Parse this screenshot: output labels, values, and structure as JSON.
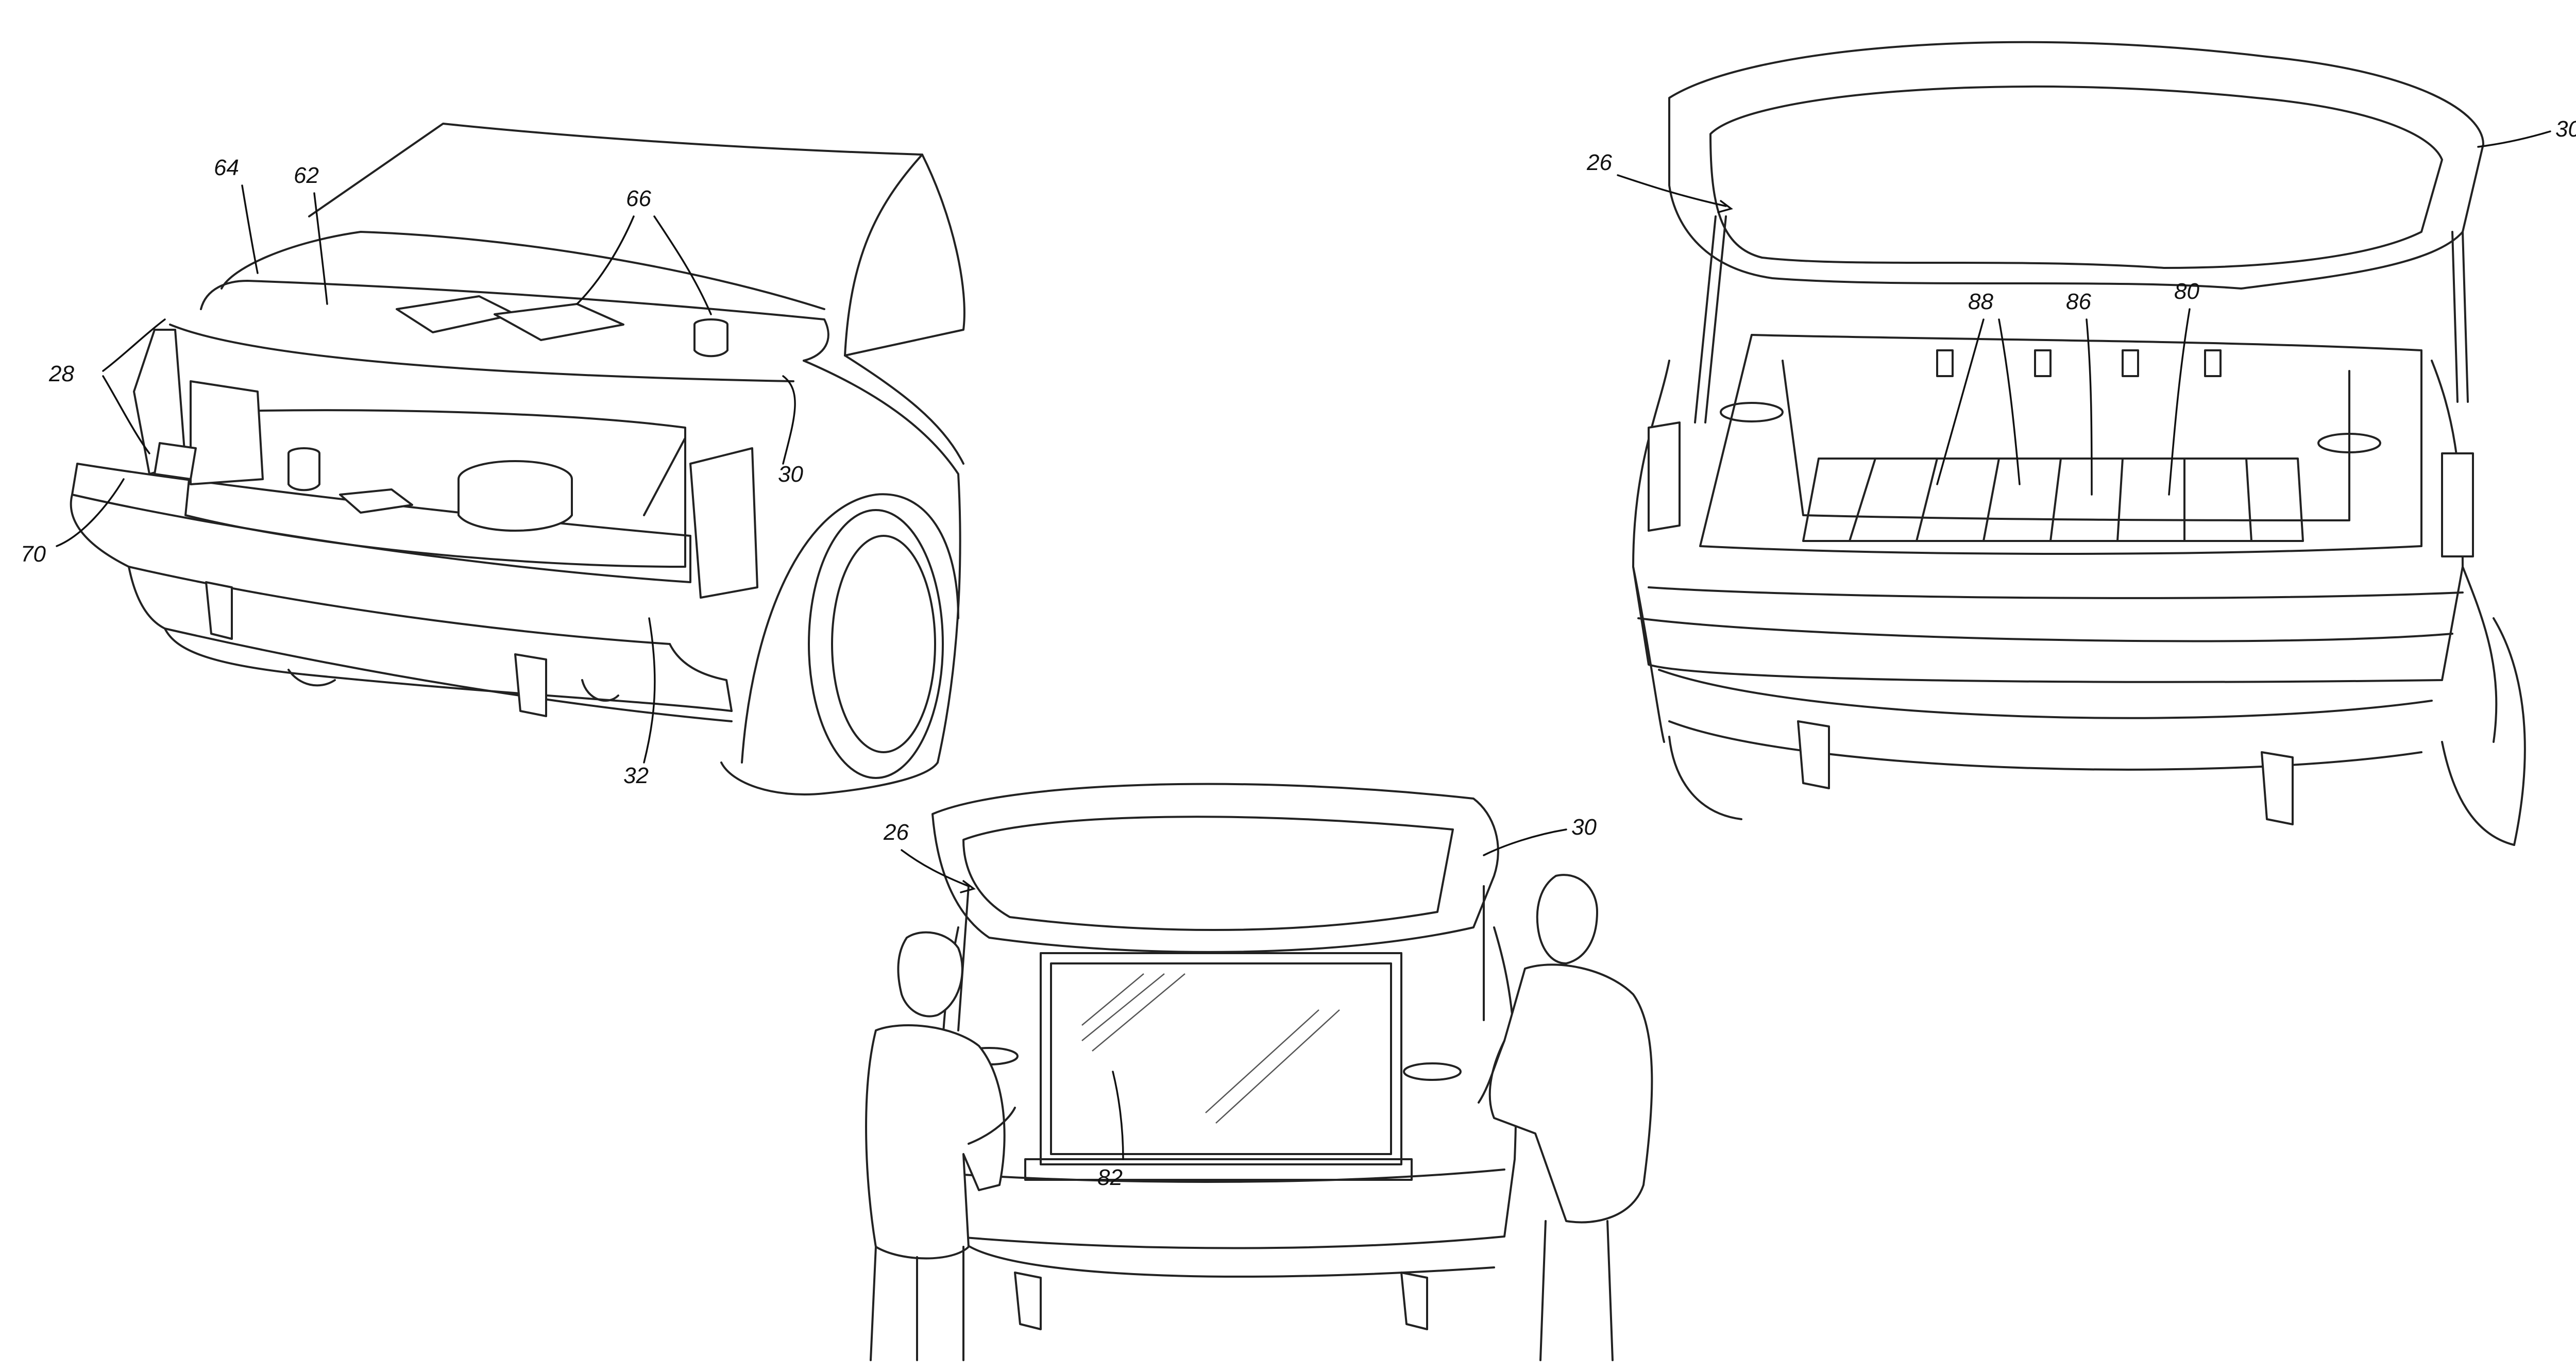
{
  "figure": {
    "front_view": {
      "labels": {
        "l64": "64",
        "l62": "62",
        "l66": "66",
        "l28": "28",
        "l30": "30",
        "l70": "70",
        "l32": "32"
      }
    },
    "rear_view_open": {
      "labels": {
        "l26": "26",
        "l30": "30",
        "l88": "88",
        "l86": "86",
        "l80": "80"
      }
    },
    "rear_view_people": {
      "labels": {
        "l26": "26",
        "l30": "30",
        "l82": "82"
      }
    }
  }
}
